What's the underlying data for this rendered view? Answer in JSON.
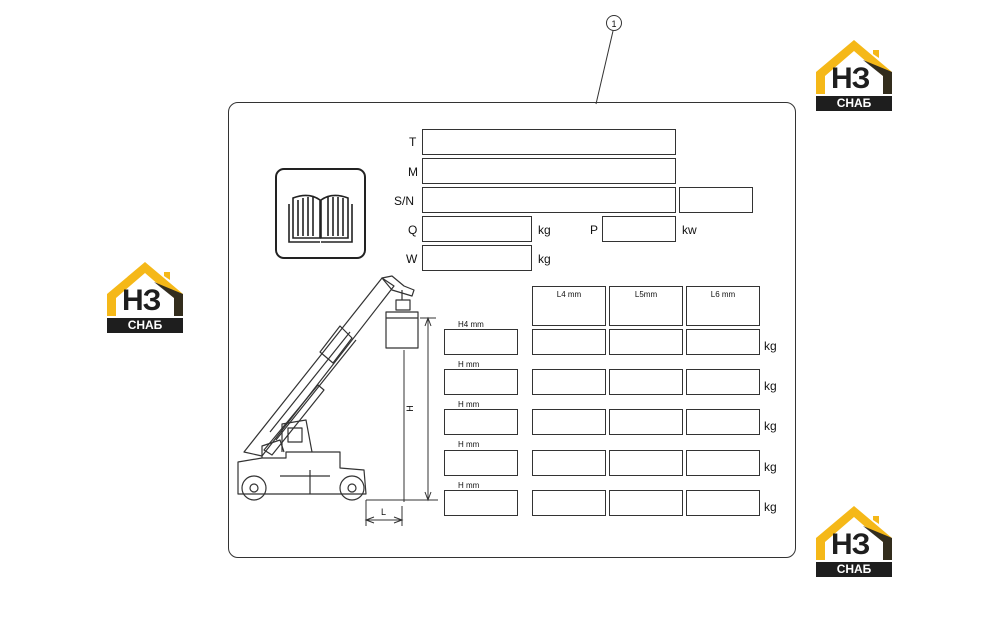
{
  "callout": {
    "number": "1"
  },
  "fields": {
    "T": "T",
    "M": "M",
    "SN": "S/N",
    "Q": "Q",
    "P": "P",
    "W": "W"
  },
  "units": {
    "kg": "kg",
    "kw": "kw"
  },
  "load_table": {
    "columns": [
      "L4 mm",
      "L5mm",
      "L6 mm"
    ],
    "rows": [
      {
        "label": "H4 mm",
        "unit": "kg"
      },
      {
        "label": "H mm",
        "unit": "kg"
      },
      {
        "label": "H mm",
        "unit": "kg"
      },
      {
        "label": "H mm",
        "unit": "kg"
      },
      {
        "label": "H mm",
        "unit": "kg"
      }
    ]
  },
  "dimensions": {
    "height_symbol": "H",
    "length_symbol": "L"
  },
  "logos": [
    {
      "line1": "НЗ",
      "line2": "СНАБ"
    },
    {
      "line1": "НЗ",
      "line2": "СНАБ"
    },
    {
      "line1": "НЗ",
      "line2": "СНАБ"
    }
  ],
  "colors": {
    "logo_yellow": "#f5b818",
    "logo_dark": "#1e1e1e",
    "line": "#333333"
  },
  "icons": {
    "manual": "open-book-icon",
    "machine": "reach-stacker-icon"
  }
}
